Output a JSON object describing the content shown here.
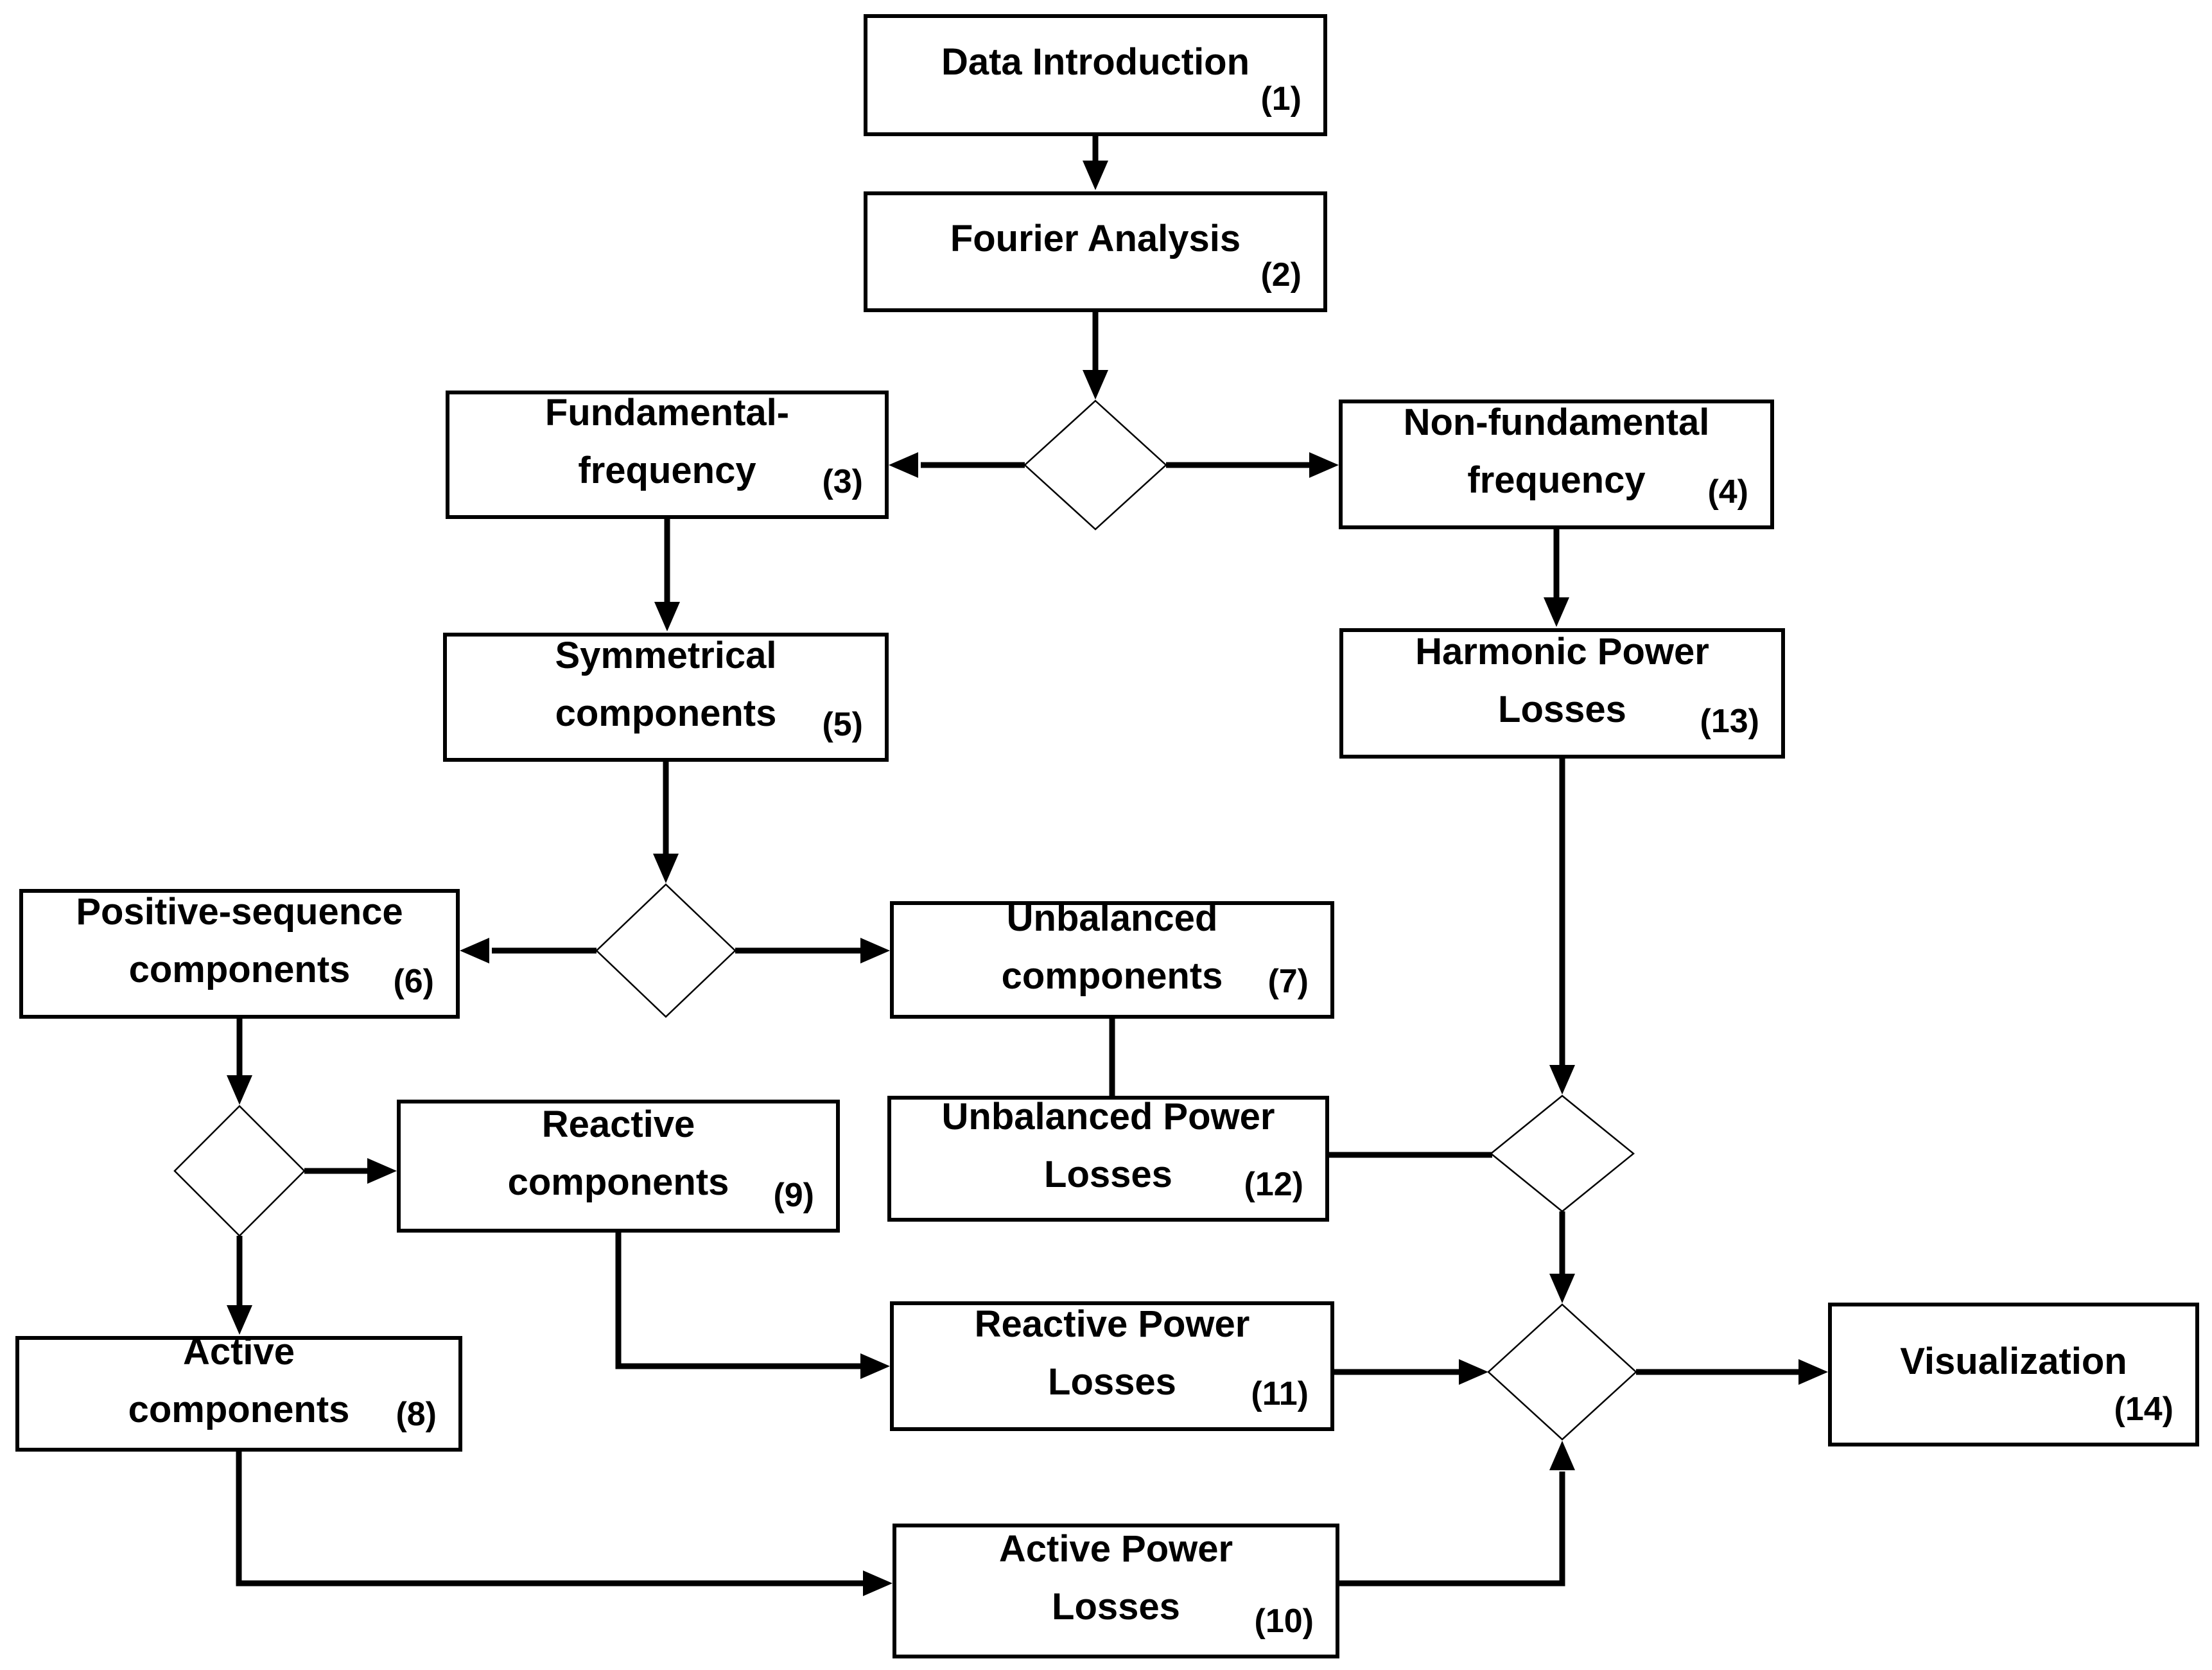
{
  "figure": {
    "background_color": "#ffffff",
    "stroke_color": "#000000",
    "type": "flowchart",
    "nodes": [
      {
        "label": "Data Introduction",
        "number": "(1)"
      },
      {
        "label": "Fourier Analysis",
        "number": "(2)"
      },
      {
        "label": "Fundamental-\nfrequency",
        "number": "(3)"
      },
      {
        "label": "Non-fundamental\nfrequency",
        "number": "(4)"
      },
      {
        "label": "Symmetrical\ncomponents",
        "number": "(5)"
      },
      {
        "label": "Positive-sequence\ncomponents",
        "number": "(6)"
      },
      {
        "label": "Unbalanced\ncomponents",
        "number": "(7)"
      },
      {
        "label": "Active\ncomponents",
        "number": "(8)"
      },
      {
        "label": "Reactive\ncomponents",
        "number": "(9)"
      },
      {
        "label": "Active Power\nLosses",
        "number": "(10)"
      },
      {
        "label": "Reactive Power\nLosses",
        "number": "(11)"
      },
      {
        "label": "Unbalanced Power\nLosses",
        "number": "(12)"
      },
      {
        "label": "Harmonic Power\nLosses",
        "number": "(13)"
      },
      {
        "label": "Visualization",
        "number": "(14)"
      }
    ]
  }
}
